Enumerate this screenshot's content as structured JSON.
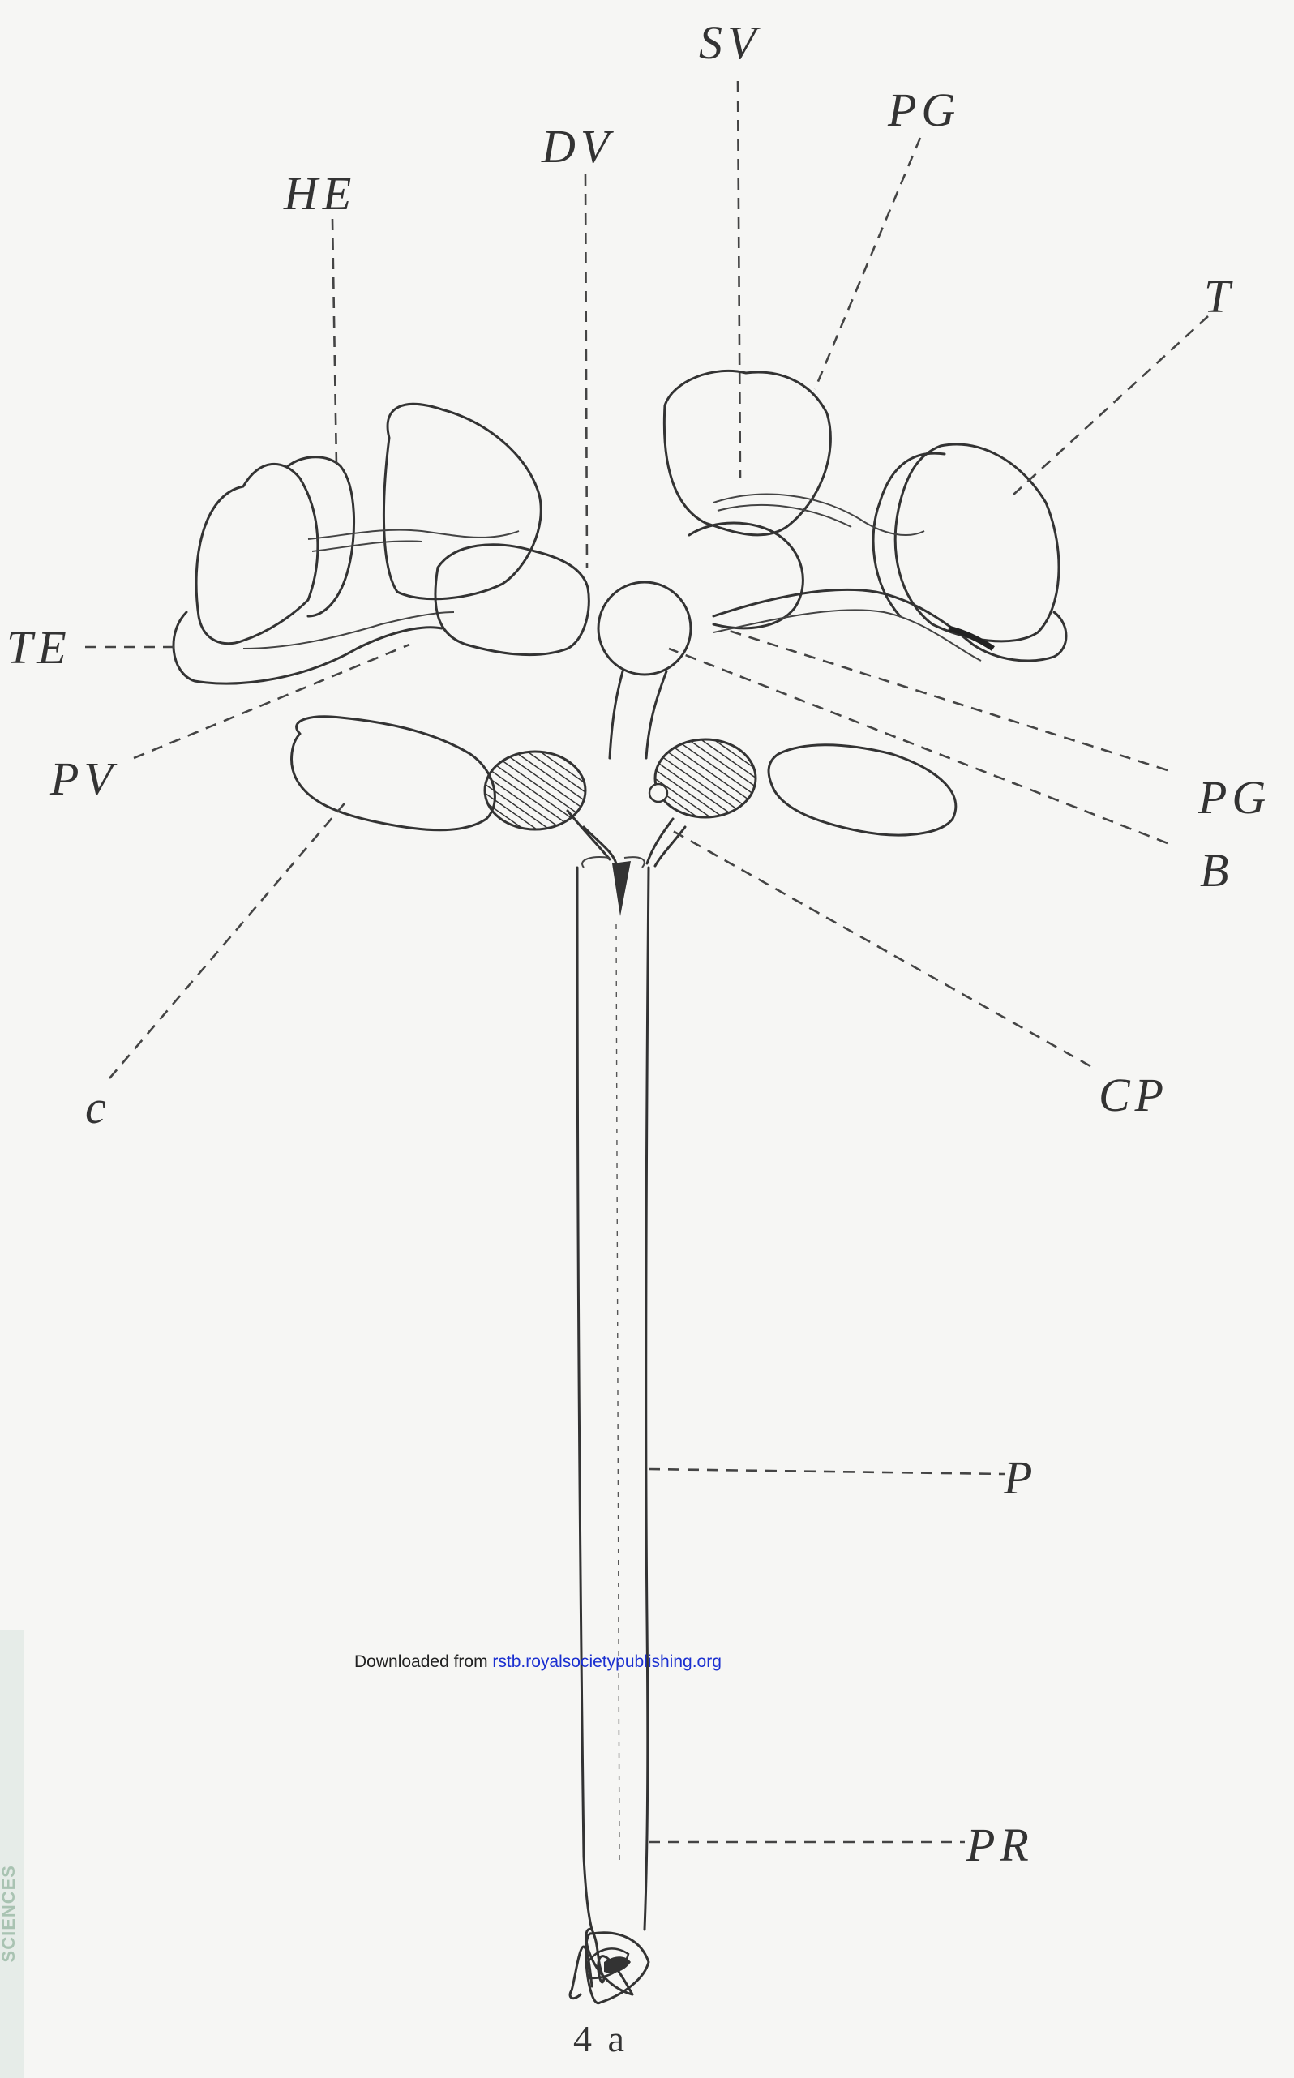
{
  "figure": {
    "labels": {
      "sv": "SV",
      "pg_top": "PG",
      "dv": "DV",
      "he": "HE",
      "t": "T",
      "te": "TE",
      "pv": "PV",
      "pg_right": "PG",
      "b": "B",
      "c": "c",
      "cp": "CP",
      "p": "P",
      "pr": "PR"
    },
    "caption": "4 a"
  },
  "watermark": {
    "prefix": "Downloaded from ",
    "link": "rstb.royalsocietypublishing.org"
  },
  "side_logo": {
    "text": "SCIENCES"
  }
}
